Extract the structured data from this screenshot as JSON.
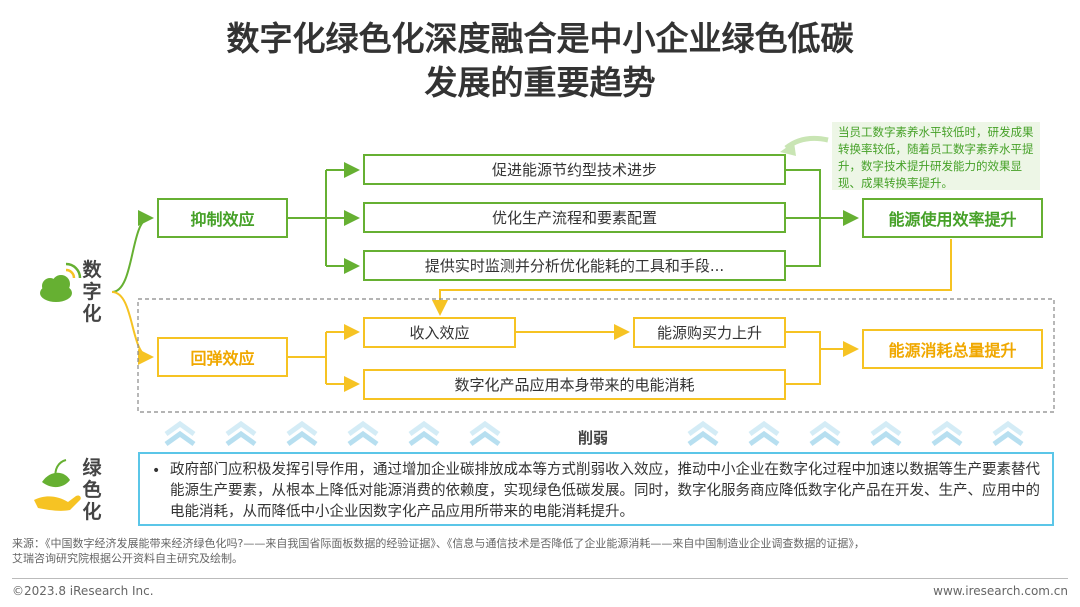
{
  "title": {
    "line1": "数字化绿色化深度融合是中小企业绿色低碳",
    "line2": "发展的重要趋势"
  },
  "left_labels": {
    "digital": [
      "数",
      "字",
      "化"
    ],
    "green": [
      "绿",
      "色",
      "化"
    ]
  },
  "suppress": {
    "tag": "抑制效应",
    "items": [
      "促进能源节约型技术进步",
      "优化生产流程和要素配置",
      "提供实时监测并分析优化能耗的工具和手段..."
    ],
    "result": "能源使用效率提升"
  },
  "rebound": {
    "tag": "回弹效应",
    "income": "收入效应",
    "purchase": "能源购买力上升",
    "product": "数字化产品应用本身带来的电能消耗",
    "result": "能源消耗总量提升"
  },
  "note": "当员工数字素养水平较低时，研发成果转换率较低，随着员工数字素养水平提升，数字技术提升研发能力的效果显现、成果转换率提升。",
  "weaken_label": "削弱",
  "policy": {
    "bullet": "•",
    "text": "政府部门应积极发挥引导作用，通过增加企业碳排放成本等方式削弱收入效应，推动中小企业在数字化过程中加速以数据等生产要素替代能源生产要素，从根本上降低对能源消费的依赖度，实现绿色低碳发展。同时，数字化服务商应降低数字化产品在开发、生产、应用中的电能消耗，从而降低中小企业因数字化产品应用所带来的电能消耗提升。"
  },
  "source": {
    "line1": "来源：《中国数字经济发展能带来经济绿色化吗?——来自我国省际面板数据的经验证据》、《信息与通信技术是否降低了企业能源消耗——来自中国制造业企业调查数据的证据》，",
    "line2": "艾瑞咨询研究院根据公开资料自主研究及绘制。"
  },
  "footer": {
    "copyright": "©2023.8 iResearch Inc.",
    "website": "www.iresearch.com.cn"
  },
  "colors": {
    "green": "#66b032",
    "yellow": "#f6c323",
    "cyan": "#5bc6e8",
    "note_bg": "#edf6e6"
  },
  "icons": {
    "cloud": "cloud-signal-icon",
    "leaf": "hand-leaf-icon",
    "chevrons": "double-chevron-up-icon",
    "note_arrow": "curved-arrow-icon"
  }
}
